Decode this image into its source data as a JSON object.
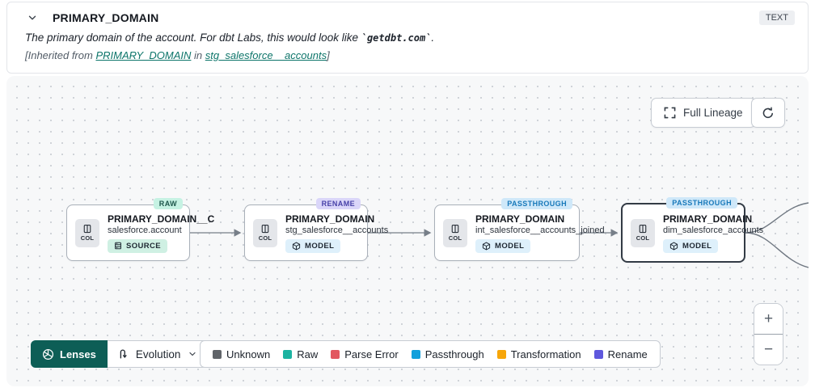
{
  "header": {
    "title": "PRIMARY_DOMAIN",
    "type_badge": "TEXT",
    "description": {
      "prefix": "The primary domain of the account. For dbt Labs, this would look like ",
      "code": "`getdbt.com`",
      "suffix": "."
    },
    "inherited": {
      "prefix": "[Inherited from ",
      "link_column": "PRIMARY_DOMAIN",
      "middle": " in ",
      "link_model": "stg_salesforce__accounts",
      "suffix": "]"
    }
  },
  "canvas": {
    "full_lineage_label": "Full Lineage",
    "nodes": [
      {
        "evolution_badge": "RAW",
        "title": "PRIMARY_DOMAIN__C",
        "subtitle": "salesforce.account",
        "resource_type": "SOURCE",
        "col_label": "COL"
      },
      {
        "evolution_badge": "RENAME",
        "title": "PRIMARY_DOMAIN",
        "subtitle": "stg_salesforce__accounts",
        "resource_type": "MODEL",
        "col_label": "COL"
      },
      {
        "evolution_badge": "PASSTHROUGH",
        "title": "PRIMARY_DOMAIN",
        "subtitle": "int_salesforce__accounts_joined",
        "resource_type": "MODEL",
        "col_label": "COL"
      },
      {
        "evolution_badge": "PASSTHROUGH",
        "title": "PRIMARY_DOMAIN",
        "subtitle": "dim_salesforce_accounts",
        "resource_type": "MODEL",
        "col_label": "COL"
      }
    ],
    "zoom_in": "+",
    "zoom_out": "−"
  },
  "toolbar": {
    "lenses_label": "Lenses",
    "lens_selected": "Evolution"
  },
  "legend": {
    "items": [
      {
        "label": "Unknown",
        "color": "#606469"
      },
      {
        "label": "Raw",
        "color": "#1cb3a1"
      },
      {
        "label": "Parse Error",
        "color": "#e25760"
      },
      {
        "label": "Passthrough",
        "color": "#12a0dc"
      },
      {
        "label": "Transformation",
        "color": "#f7a609"
      },
      {
        "label": "Rename",
        "color": "#5f58dd"
      }
    ]
  }
}
